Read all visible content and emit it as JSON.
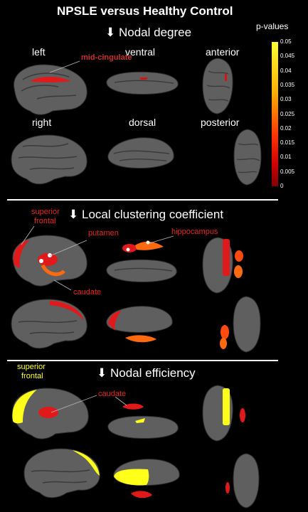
{
  "title": "NPSLE versus Healthy Control",
  "sections": [
    {
      "arrow": "⬇",
      "label": "Nodal degree"
    },
    {
      "arrow": "⬇",
      "label": "Local clustering coefficient"
    },
    {
      "arrow": "⬇",
      "label": "Nodal efficiency"
    }
  ],
  "views": {
    "left": "left",
    "ventral": "ventral",
    "anterior": "anterior",
    "right": "right",
    "dorsal": "dorsal",
    "posterior": "posterior"
  },
  "annotations": {
    "mid_cingulate": "mid-cingulate",
    "superior_frontal_1": "superior",
    "superior_frontal_2": "frontal",
    "putamen": "putamen",
    "hippocampus": "hippocampus",
    "caudate": "caudate",
    "sf_yellow_1": "superior",
    "sf_yellow_2": "frontal",
    "caudate_3": "caudate"
  },
  "colorbar": {
    "label": "p-values",
    "ticks": [
      "0.05",
      "0.045",
      "0.04",
      "0.035",
      "0.03",
      "0.025",
      "0.02",
      "0.015",
      "0.01",
      "0.005",
      "0"
    ],
    "colors": {
      "top": "#ffff33",
      "mid": "#ff3300",
      "bottom": "#800000"
    }
  },
  "colors": {
    "cortex": "#5f5f5f",
    "cortex_dark": "#3c3c3c",
    "red": "#e01a1a",
    "orange": "#ff6a10",
    "yellow": "#ffff1a",
    "annotation_red": "#e8271f",
    "annotation_yellow": "#ffff33"
  }
}
